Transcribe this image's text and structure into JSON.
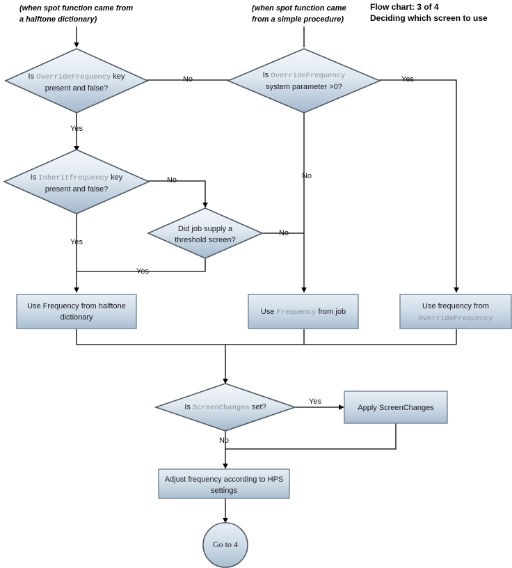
{
  "header": {
    "line1": "Flow chart: 3 of 4",
    "line2": "Deciding which screen to use"
  },
  "notes": [
    {
      "line1": "(when spot function came from",
      "line2": "a halftone dictionary)"
    },
    {
      "line1": "(when spot function came",
      "line2": "from a simple procedure)"
    }
  ],
  "chart_data": {
    "type": "diagram",
    "title": "Flow chart: 3 of 4 — Deciding which screen to use",
    "nodes": [
      {
        "id": "d1",
        "shape": "decision",
        "text_plain": "Is OverrideFrequency key present and false?",
        "line1_pre": "Is ",
        "line1_mono": "OverrideFrequency",
        "line1_post": " key",
        "line2": "present and false?"
      },
      {
        "id": "d2",
        "shape": "decision",
        "text_plain": "Is OverrideFrequency system parameter >0?",
        "line1_pre": "Is ",
        "line1_mono": "OverrideFrequency",
        "line1_post": "",
        "line2": "system parameter >0?"
      },
      {
        "id": "d3",
        "shape": "decision",
        "text_plain": "Is Inheritfrequency key present and false?",
        "line1_pre": "Is ",
        "line1_mono": "Inheritfrequency",
        "line1_post": " key",
        "line2": "present and false?"
      },
      {
        "id": "d4",
        "shape": "decision",
        "text_plain": "Did job supply a threshold screen?",
        "line1_pre": "Did job supply a",
        "line1_mono": "",
        "line1_post": "",
        "line2": "threshold screen?"
      },
      {
        "id": "p1",
        "shape": "process",
        "text_plain": "Use Frequency from halftone dictionary",
        "line1_pre": "Use Frequency from halftone",
        "line1_mono": "",
        "line1_post": "",
        "line2": "dictionary"
      },
      {
        "id": "p2",
        "shape": "process",
        "text_plain": "Use Frequency from job",
        "line1_pre": "Use ",
        "line1_mono": "Frequency",
        "line1_post": " from job",
        "line2": ""
      },
      {
        "id": "p3",
        "shape": "process",
        "text_plain": "Use frequency from OverrideFrequency",
        "line1_pre": "Use frequency from",
        "line1_mono": "",
        "line1_post": "",
        "line2_mono": "OverrideFrequency"
      },
      {
        "id": "d5",
        "shape": "decision",
        "text_plain": "Is ScreenChanges set?",
        "line1_pre": "Is ",
        "line1_mono": "ScreenChanges",
        "line1_post": " set?",
        "line2": ""
      },
      {
        "id": "p4",
        "shape": "process",
        "text_plain": "Apply ScreenChanges",
        "line1_pre": "Apply ScreenChanges",
        "line1_mono": "",
        "line1_post": "",
        "line2": ""
      },
      {
        "id": "p5",
        "shape": "process",
        "text_plain": "Adjust frequency according to HPS settings",
        "line1_pre": "Adjust frequency according to HPS",
        "line1_mono": "",
        "line1_post": "",
        "line2": "settings"
      },
      {
        "id": "t1",
        "shape": "terminator",
        "text_plain": "Go to 4"
      }
    ],
    "edges": [
      {
        "from": "d1",
        "to": "d2",
        "label": "No"
      },
      {
        "from": "d1",
        "to": "d3",
        "label": "Yes"
      },
      {
        "from": "d2",
        "to": "p2",
        "label": "No"
      },
      {
        "from": "d2",
        "to": "p3",
        "label": "Yes"
      },
      {
        "from": "d3",
        "to": "d4",
        "label": "No"
      },
      {
        "from": "d3",
        "to": "p1",
        "label": "Yes"
      },
      {
        "from": "d4",
        "to": "p1",
        "label": "Yes"
      },
      {
        "from": "d4",
        "to": "p3",
        "label": "No"
      },
      {
        "from": "p1",
        "to": "d5",
        "label": ""
      },
      {
        "from": "p2",
        "to": "d5",
        "label": ""
      },
      {
        "from": "p3",
        "to": "d5",
        "label": ""
      },
      {
        "from": "d5",
        "to": "p4",
        "label": "Yes"
      },
      {
        "from": "d5",
        "to": "p5",
        "label": "No"
      },
      {
        "from": "p4",
        "to": "p5",
        "label": ""
      },
      {
        "from": "p5",
        "to": "t1",
        "label": ""
      }
    ],
    "edge_labels": {
      "d1_no": "No",
      "d1_yes": "Yes",
      "d2_no": "No",
      "d2_yes": "Yes",
      "d3_no": "No",
      "d3_yes": "Yes",
      "d4_no": "No",
      "d4_yes": "Yes",
      "d5_yes": "Yes",
      "d5_no": "No"
    },
    "colors": {
      "shape_fill_top": "#eef3f8",
      "shape_fill_bottom": "#a7bccf",
      "shape_border": "#4e5964",
      "box_border": "#6b7b8c",
      "mono_text": "#8a8f99",
      "text": "#1a1a22",
      "connector": "#000000",
      "background": "#ffffff"
    }
  },
  "labels": {
    "d1_line1_pre": "Is ",
    "d1_line1_mono": "OverrideFrequency",
    "d1_line1_post": " key",
    "d1_line2": "present and false?",
    "d2_line1_pre": "Is ",
    "d2_line1_mono": "OverrideFrequency",
    "d2_line2": "system parameter >0?",
    "d3_line1_pre": "Is ",
    "d3_line1_mono": "Inheritfrequency",
    "d3_line1_post": " key",
    "d3_line2": "present and false?",
    "d4_line1": "Did job supply a",
    "d4_line2": "threshold screen?",
    "p1_line1": "Use Frequency from halftone",
    "p1_line2": "dictionary",
    "p2_pre": "Use ",
    "p2_mono": "Frequency",
    "p2_post": " from job",
    "p3_line1": "Use frequency from",
    "p3_line2_mono": "OverrideFrequency",
    "d5_pre": "Is ",
    "d5_mono": "ScreenChanges",
    "d5_post": " set?",
    "p4_text": "Apply ScreenChanges",
    "p5_line1": "Adjust frequency according to HPS",
    "p5_line2": "settings",
    "t1_text": "Go to 4"
  }
}
